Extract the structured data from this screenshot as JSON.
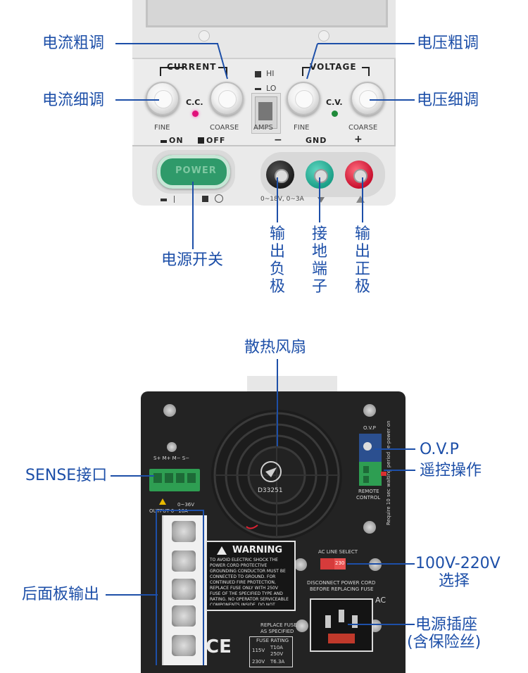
{
  "front_panel": {
    "labels": {
      "current_coarse": "电流粗调",
      "current_fine": "电流细调",
      "voltage_coarse": "电压粗调",
      "voltage_fine": "电压细调",
      "power_switch": "电源开关",
      "output_negative": "输出负极",
      "ground_terminal": "接地端子",
      "output_positive": "输出正极"
    },
    "silkscreen": {
      "current": "CURRENT",
      "voltage": "VOLTAGE",
      "cc": "C.C.",
      "cv": "C.V.",
      "fine_left": "FINE",
      "coarse_left": "COARSE",
      "fine_right": "FINE",
      "coarse_right": "COARSE",
      "amps": "AMPS",
      "hi": "HI",
      "lo": "LO",
      "on": "ON",
      "off": "OFF",
      "minus": "−",
      "gnd": "GND",
      "plus": "+",
      "power": "POWER",
      "rating": "0~18V, 0~3A"
    },
    "colors": {
      "cc_led": "#e0107a",
      "cv_led": "#1f8a3a",
      "terminal_negative": "#1b1b1b",
      "terminal_ground": "#1b9f87",
      "terminal_positive": "#c8102e"
    }
  },
  "rear_panel": {
    "labels": {
      "fan": "散热风扇",
      "ovp": "O.V.P",
      "remote": "遥控操作",
      "sense": "SENSE接口",
      "rear_output": "后面板输出",
      "voltage_select": "100V-220V",
      "voltage_select_2": "选择",
      "power_socket": "电源插座",
      "power_socket_2": "(含保险丝)"
    },
    "silkscreen": {
      "fan_model": "D33251",
      "ovp_small": "O.V.P",
      "remote_control": "REMOTE",
      "remote_control_2": "CONTROL",
      "require": "Require 10 sec waiting period re-power on",
      "output_range": "0~36V",
      "output_label": "OUTPUT 0~10A",
      "sense_pins": "S+  M+  M−  S−",
      "warning": "WARNING",
      "warning_text": "TO AVOID ELECTRIC SHOCK THE POWER CORD PROTECTIVE GROUNDING CONDUCTOR MUST BE CONNECTED TO GROUND. FOR CONTINUED FIRE PROTECTION, REPLACE FUSE ONLY WITH 250V FUSE OF THE SPECIFIED TYPE AND RATING. NO OPERATOR SERVICEABLE COMPONENTS INSIDE. DO NOT REMOVE COVERS. REFER SERVICING TO QUALIFIED PERSONNEL.",
      "ac_line_select": "AC LINE SELECT",
      "switch_value": "230",
      "disconnect": "DISCONNECT POWER CORD",
      "disconnect_2": "BEFORE REPLACING FUSE",
      "replace_fuse": "REPLACE FUSE",
      "as_specified": "AS SPECIFIED",
      "fuse_rating": "FUSE RATING",
      "fuse_115": "115V",
      "fuse_115_val": "T10A 250V",
      "fuse_230": "230V",
      "fuse_230_val": "T6.3A",
      "ce": "CE",
      "ac": "AC"
    }
  }
}
